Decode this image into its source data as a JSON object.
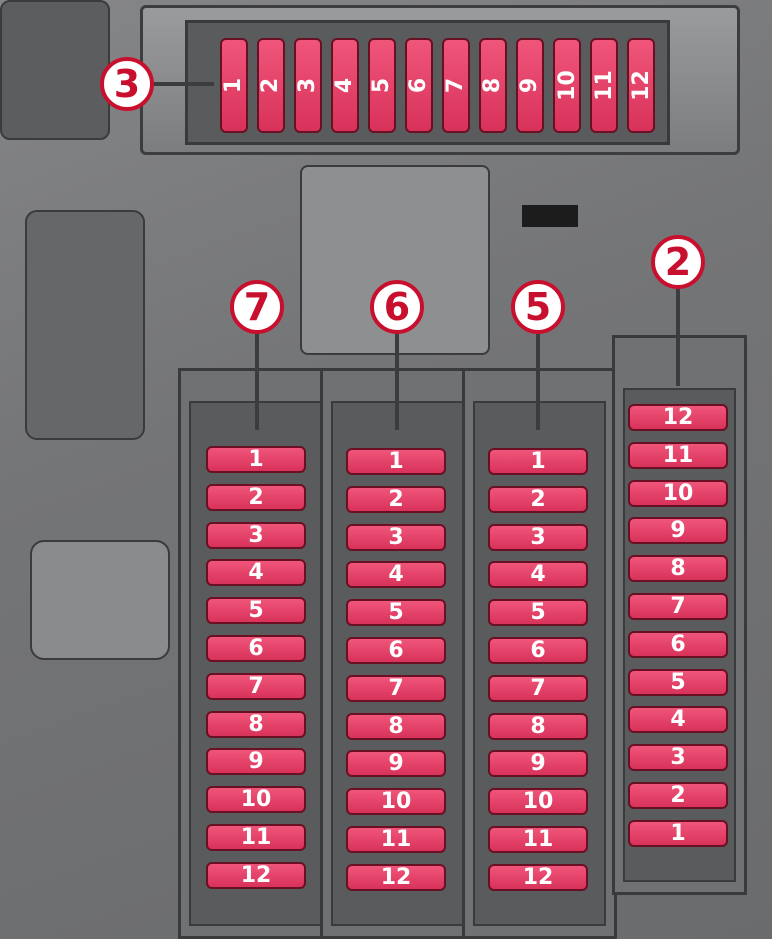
{
  "colors": {
    "fuse_fill": "#e63e66",
    "fuse_border": "#6a1024",
    "callout_ring": "#c8102e",
    "housing": "#7c7d7f"
  },
  "callouts": [
    {
      "id": "3",
      "label": "3"
    },
    {
      "id": "7",
      "label": "7"
    },
    {
      "id": "6",
      "label": "6"
    },
    {
      "id": "5",
      "label": "5"
    },
    {
      "id": "2",
      "label": "2"
    }
  ],
  "banks": {
    "bank3": {
      "label": "3",
      "fuses": [
        "1",
        "2",
        "3",
        "4",
        "5",
        "6",
        "7",
        "8",
        "9",
        "10",
        "11",
        "12"
      ]
    },
    "bank7": {
      "label": "7",
      "fuses": [
        "1",
        "2",
        "3",
        "4",
        "5",
        "6",
        "7",
        "8",
        "9",
        "10",
        "11",
        "12"
      ]
    },
    "bank6": {
      "label": "6",
      "fuses": [
        "1",
        "2",
        "3",
        "4",
        "5",
        "6",
        "7",
        "8",
        "9",
        "10",
        "11",
        "12"
      ]
    },
    "bank5": {
      "label": "5",
      "fuses": [
        "1",
        "2",
        "3",
        "4",
        "5",
        "6",
        "7",
        "8",
        "9",
        "10",
        "11",
        "12"
      ]
    },
    "bank2": {
      "label": "2",
      "fuses": [
        "12",
        "11",
        "10",
        "9",
        "8",
        "7",
        "6",
        "5",
        "4",
        "3",
        "2",
        "1"
      ]
    }
  }
}
